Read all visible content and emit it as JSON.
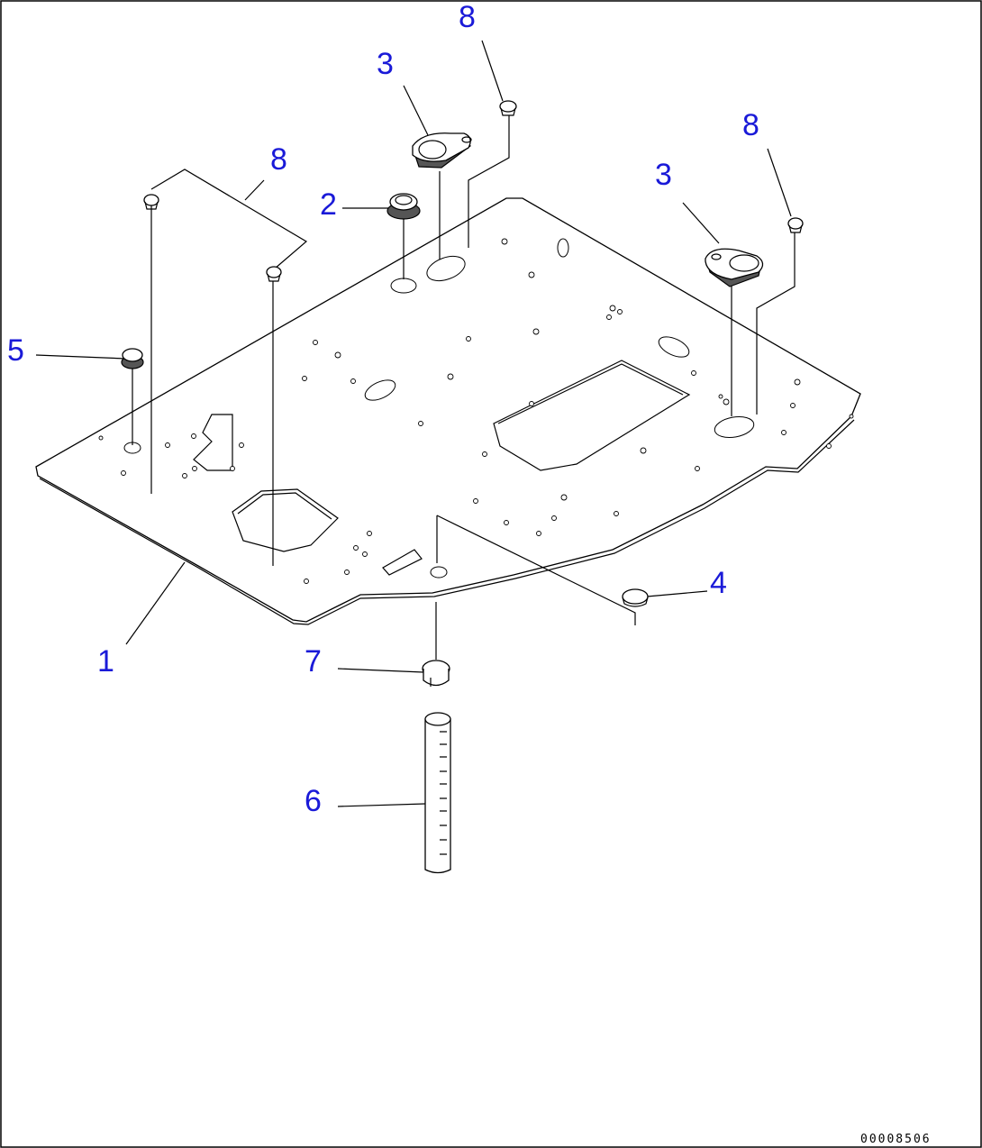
{
  "callouts": {
    "c1": "1",
    "c2": "2",
    "c3a": "3",
    "c3b": "3",
    "c4": "4",
    "c5": "5",
    "c6": "6",
    "c7": "7",
    "c8a": "8",
    "c8b": "8",
    "c8c": "8"
  },
  "document_number": "00008506",
  "colors": {
    "callout": "#1a1ad8",
    "line": "#000000",
    "background": "#ffffff"
  }
}
